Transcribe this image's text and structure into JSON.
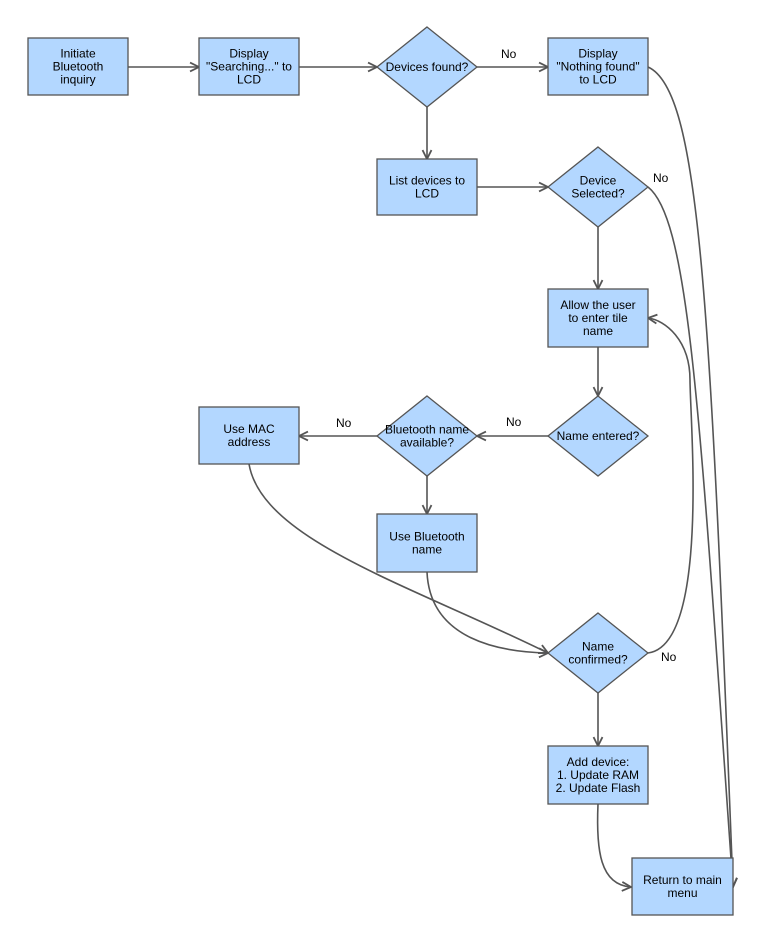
{
  "colors": {
    "node_fill": "#B3D7FF",
    "node_stroke": "#555555",
    "edge": "#555555",
    "text": "#000000",
    "background": "#FFFFFF"
  },
  "nodes": {
    "initiate_inquiry": {
      "shape": "rect",
      "lines": [
        "Initiate",
        "Bluetooth",
        "inquiry"
      ]
    },
    "display_searching": {
      "shape": "rect",
      "lines": [
        "Display",
        "\"Searching...\" to",
        "LCD"
      ]
    },
    "devices_found": {
      "shape": "diamond",
      "lines": [
        "Devices found?"
      ]
    },
    "display_nothing_found": {
      "shape": "rect",
      "lines": [
        "Display",
        "\"Nothing found\"",
        "to LCD"
      ]
    },
    "list_devices": {
      "shape": "rect",
      "lines": [
        "List devices to",
        "LCD"
      ]
    },
    "device_selected": {
      "shape": "diamond",
      "lines": [
        "Device",
        "Selected?"
      ]
    },
    "allow_enter_name": {
      "shape": "rect",
      "lines": [
        "Allow the user",
        "to enter tile",
        "name"
      ]
    },
    "name_entered": {
      "shape": "diamond",
      "lines": [
        "Name entered?"
      ]
    },
    "bt_name_available": {
      "shape": "diamond",
      "lines": [
        "Bluetooth name",
        "available?"
      ]
    },
    "use_mac_address": {
      "shape": "rect",
      "lines": [
        "Use MAC",
        "address"
      ]
    },
    "use_bt_name": {
      "shape": "rect",
      "lines": [
        "Use Bluetooth",
        "name"
      ]
    },
    "name_confirmed": {
      "shape": "diamond",
      "lines": [
        "Name",
        "confirmed?"
      ]
    },
    "add_device": {
      "shape": "rect",
      "lines": [
        "Add device:",
        "1. Update RAM",
        "2. Update Flash"
      ]
    },
    "return_main_menu": {
      "shape": "rect",
      "lines": [
        "Return to main",
        "menu"
      ]
    }
  },
  "edge_labels": {
    "devices_found_no": "No",
    "device_selected_no": "No",
    "name_entered_no": "No",
    "bt_name_available_no": "No",
    "name_confirmed_no": "No"
  }
}
